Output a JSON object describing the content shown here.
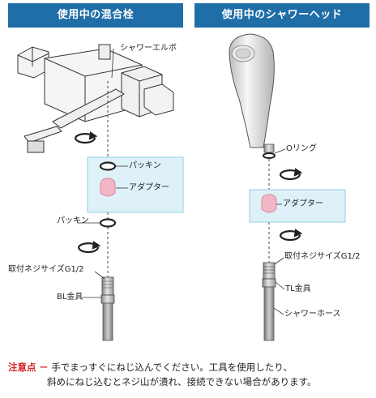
{
  "left": {
    "title": "使用中の混合栓",
    "labels": {
      "elbow": "シャワーエルボ",
      "packing_top": "パッキン",
      "adapter": "アダプター",
      "packing_bottom": "パッキン",
      "thread": "取付ネジサイズG1/2",
      "fitting": "BL金具"
    }
  },
  "right": {
    "title": "使用中のシャワーヘッド",
    "labels": {
      "oring": "Oリング",
      "adapter": "アダプター",
      "thread": "取付ネジサイズG1/2",
      "fitting": "TL金具",
      "hose": "シャワーホース"
    }
  },
  "note": {
    "lead": "注意点",
    "dash": "－",
    "line1": "手でまっすぐにねじ込んでください。工具を使用したり、",
    "line2": "斜めにねじ込むとネジ山が潰れ、接続できない場合があります。"
  },
  "colors": {
    "header_bg": "#1f6ea8",
    "adapter_box": "#dff1f8",
    "adapter_box_border": "#8fd0e6",
    "adapter_pink": "#f2b6c6",
    "accent_red": "#d2232a"
  }
}
